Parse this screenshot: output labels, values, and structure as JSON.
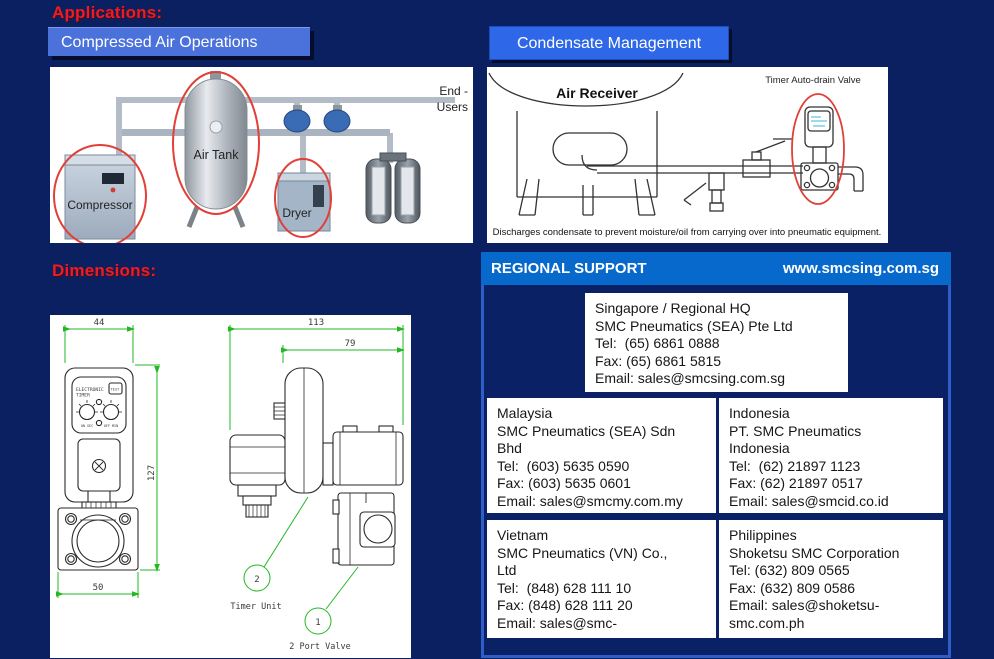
{
  "applications": {
    "title": "Applications:",
    "buttons": [
      {
        "label": "Compressed Air Operations"
      },
      {
        "label": "Condensate Management"
      }
    ]
  },
  "air_ops_diagram": {
    "compressor": "Compressor",
    "air_tank": "Air Tank",
    "dryer": "Dryer",
    "end_users_line1": "End -",
    "end_users_line2": "Users"
  },
  "condensate_diagram": {
    "air_receiver": "Air Receiver",
    "timer_valve_label": "Timer Auto-drain Valve",
    "caption": "Discharges condensate to prevent moisture/oil from carrying over into pneumatic equipment."
  },
  "dimensions": {
    "title": "Dimensions:",
    "front_width": "44",
    "front_height": "127",
    "front_base_width": "50",
    "side_overall": "113",
    "side_upper": "79",
    "face_line1": "ELECTRONIC",
    "face_line2": "TIMER",
    "face_test": "TEST",
    "face_on": "ON SEC",
    "face_off": "OFF MIN",
    "balloon_timer_num": "2",
    "balloon_timer_label": "Timer Unit",
    "balloon_valve_num": "1",
    "balloon_valve_label": "2 Port Valve"
  },
  "regional_support": {
    "title": "REGIONAL SUPPORT",
    "website": "www.smcsing.com.sg",
    "hq": {
      "lines": [
        "Singapore / Regional HQ",
        "SMC Pneumatics (SEA) Pte Ltd",
        "Tel:  (65) 6861 0888",
        "Fax: (65) 6861 5815",
        "Email: sales@smcsing.com.sg"
      ]
    },
    "offices": [
      {
        "country": "Malaysia",
        "lines": [
          "Malaysia",
          "SMC Pneumatics (SEA) Sdn\nBhd",
          "Tel:  (603) 5635 0590",
          "Fax: (603) 5635 0601",
          "Email: sales@smcmy.com.my"
        ]
      },
      {
        "country": "Indonesia",
        "lines": [
          "Indonesia",
          "PT. SMC Pneumatics\nIndonesia",
          "Tel:  (62) 21897 1123",
          "Fax: (62) 21897 0517",
          "Email: sales@smcid.co.id"
        ]
      },
      {
        "country": "Vietnam",
        "lines": [
          "Vietnam",
          "SMC Pneumatics (VN) Co.,\nLtd",
          "Tel:  (848) 628 111 10",
          "Fax: (848) 628 111 20",
          "Email: sales@smc-"
        ]
      },
      {
        "country": "Philippines",
        "lines": [
          "Philippines",
          "Shoketsu SMC Corporation",
          "Tel: (632) 809 0565",
          "Fax: (632) 809 0586",
          "Email: sales@shoketsu-\nsmc.com.ph"
        ]
      }
    ]
  },
  "colors": {
    "background": "#0B2060",
    "header_blue": "#0769CC",
    "button_blue_light": "#4B71DA",
    "button_blue_bright": "#2E68E8",
    "panel_border_blue": "#2E5FC8",
    "accent_red": "#EC1C24",
    "highlight_ellipse_red": "#E04038",
    "dimension_green": "#22B822"
  }
}
